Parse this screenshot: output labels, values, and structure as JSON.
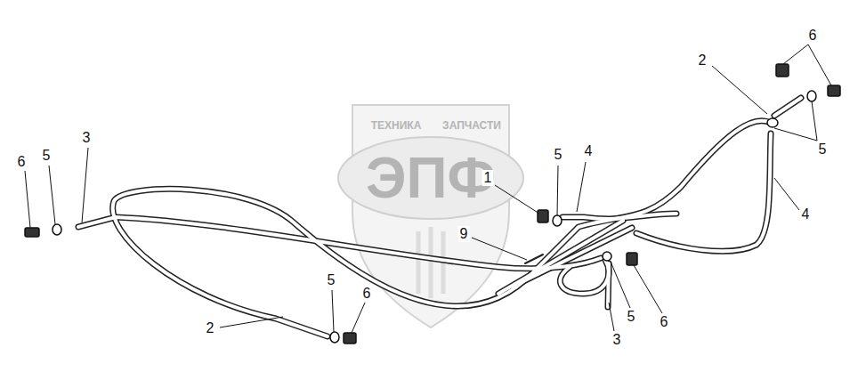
{
  "diagram": {
    "labels": [
      "ТЕХНИКА",
      "ЗАПЧАСТИ",
      "ЭПФ",
      "6",
      "5",
      "3",
      "1",
      "5",
      "4",
      "9",
      "2",
      "6",
      "5",
      "4",
      "5",
      "6",
      "2",
      "3",
      "5",
      "6"
    ]
  }
}
